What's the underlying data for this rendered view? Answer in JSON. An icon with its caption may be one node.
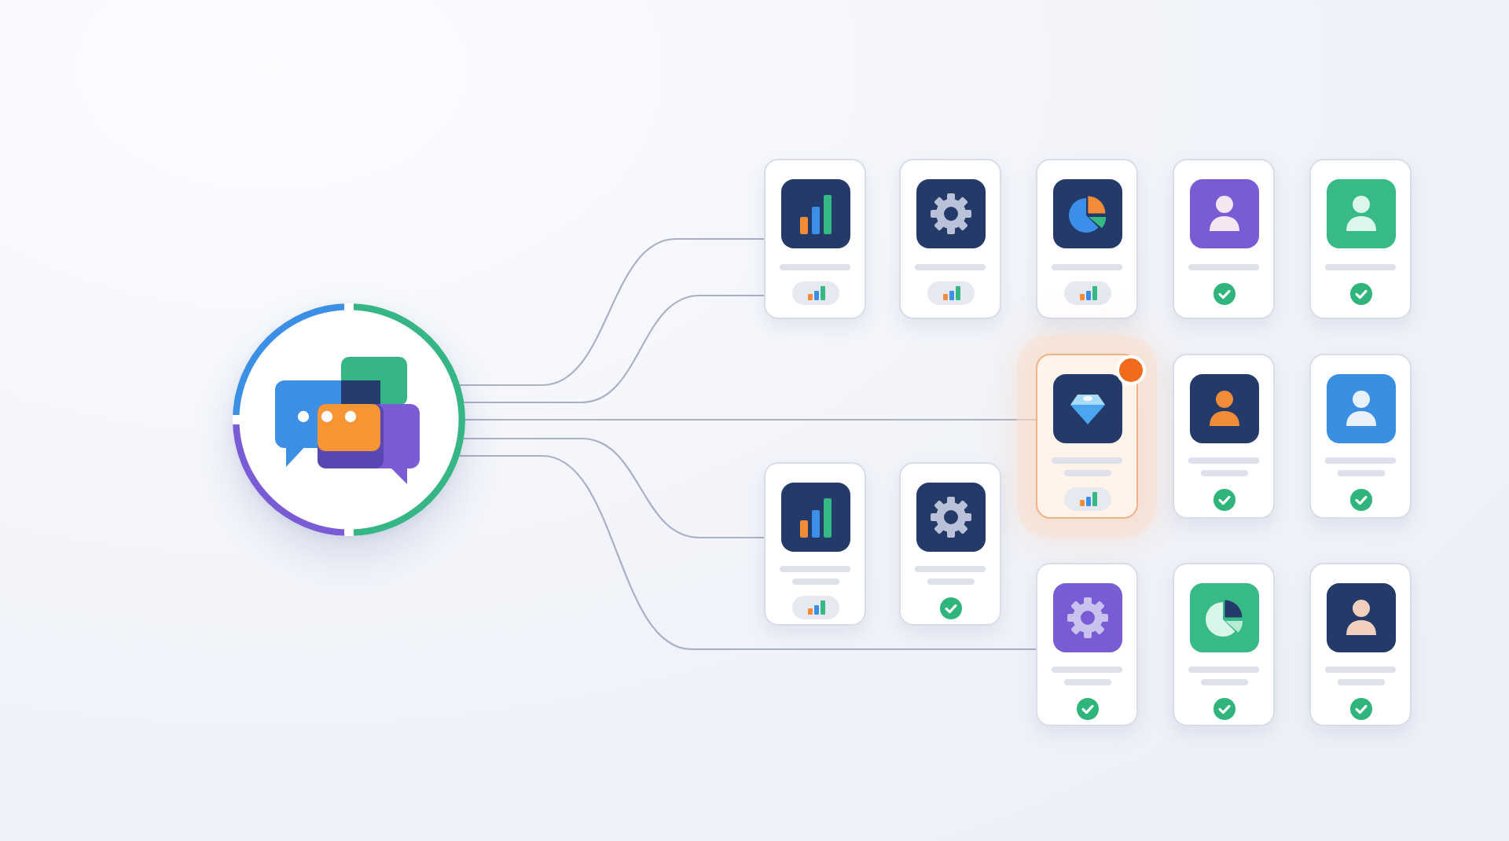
{
  "diagram": {
    "nodes": [
      {
        "text": [],
        "shape": "circle"
      },
      {
        "text": [],
        "shape": "box"
      },
      {
        "text": [],
        "shape": "box"
      },
      {
        "text": [],
        "shape": "box"
      },
      {
        "text": [],
        "shape": "box"
      },
      {
        "text": [],
        "shape": "box"
      },
      {
        "text": [],
        "shape": "box"
      },
      {
        "text": [],
        "shape": "box"
      },
      {
        "text": [],
        "shape": "box"
      },
      {
        "text": [],
        "shape": "box"
      },
      {
        "text": [],
        "shape": "box"
      },
      {
        "text": [],
        "shape": "box"
      },
      {
        "text": [],
        "shape": "box"
      },
      {
        "text": [],
        "shape": "box"
      }
    ],
    "edges": [
      {
        "from": 0,
        "to": 1,
        "arrow": "none"
      },
      {
        "from": 0,
        "to": 1,
        "arrow": "none"
      },
      {
        "from": 0,
        "to": 6,
        "arrow": "none"
      },
      {
        "from": 0,
        "to": 9,
        "arrow": "none"
      },
      {
        "from": 0,
        "to": 11,
        "arrow": "none"
      }
    ]
  }
}
